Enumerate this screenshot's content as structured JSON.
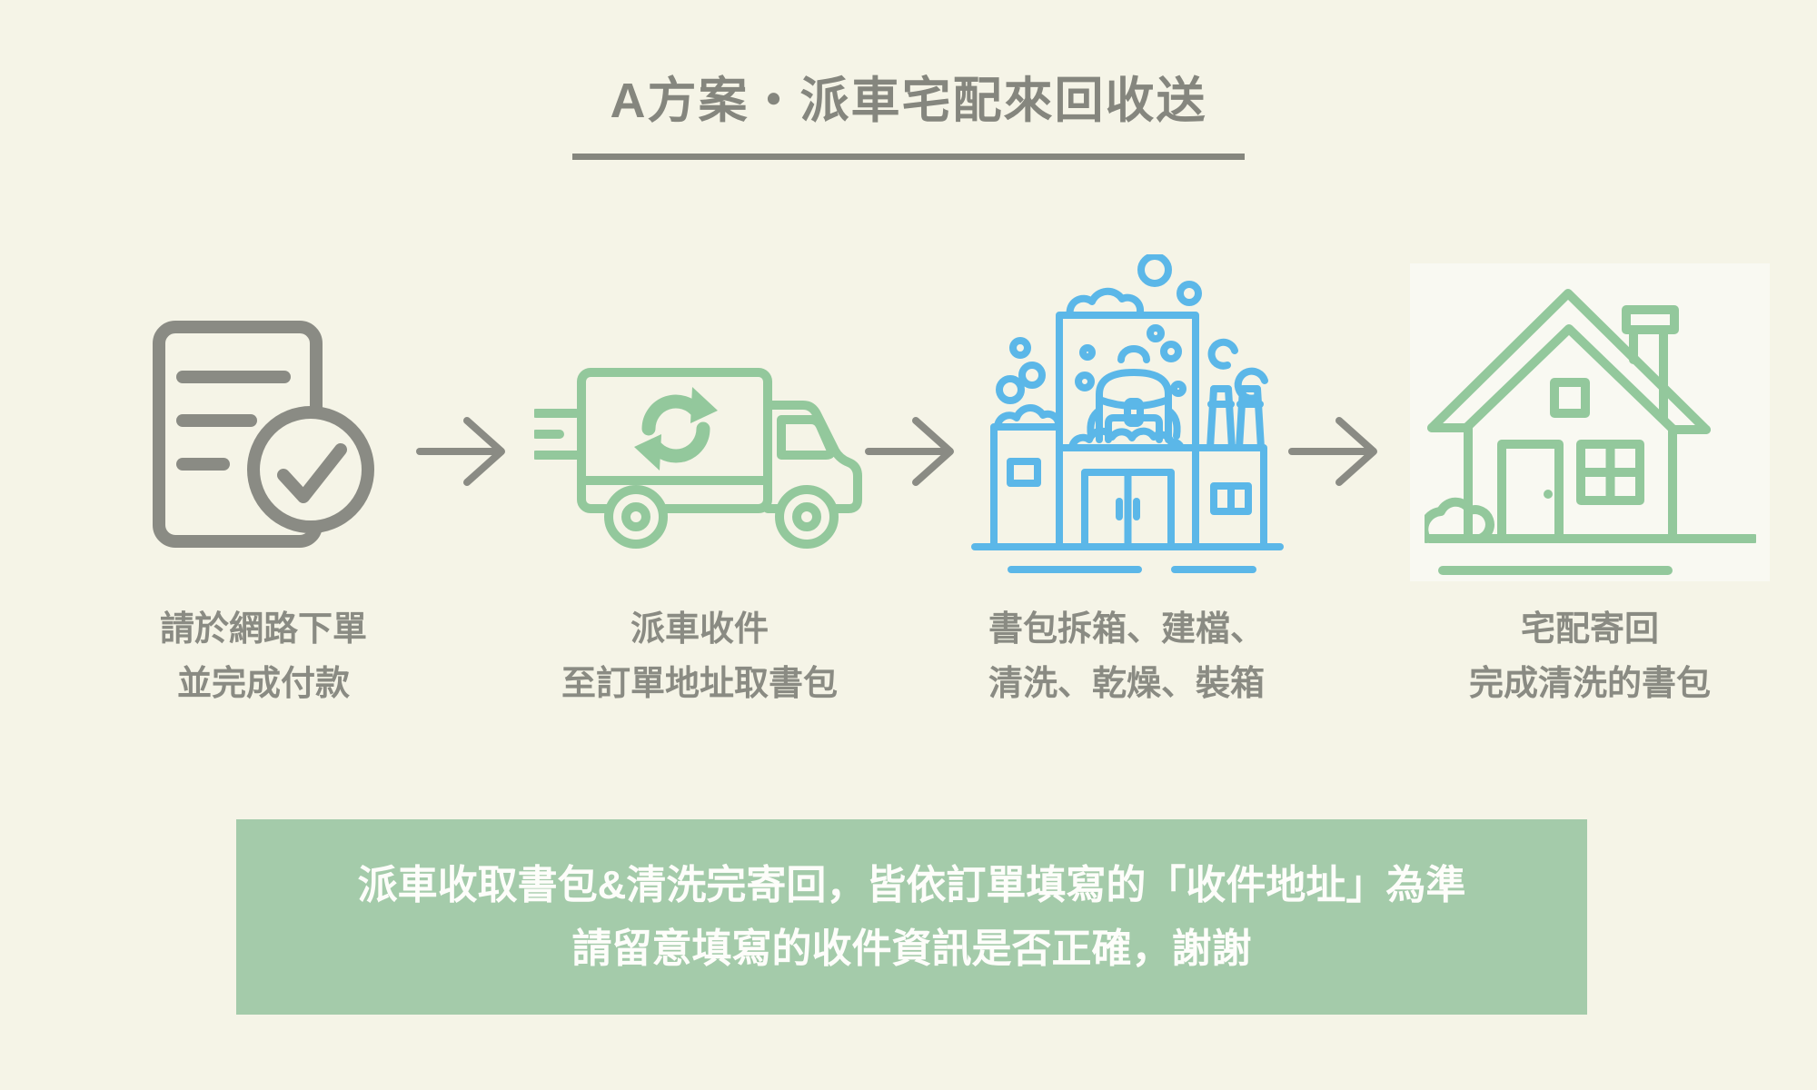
{
  "colors": {
    "background": "#f5f4e7",
    "title_gray": "#85867e",
    "caption_gray": "#8a8b83",
    "icon_gray": "#8a8b84",
    "icon_green": "#93c89c",
    "icon_blue": "#5bb7e8",
    "banner_green": "#a4cbaa",
    "banner_text": "#fdfdfa"
  },
  "header": {
    "title": "A方案・派車宅配來回收送"
  },
  "steps": [
    {
      "icon": "order-document-check-icon",
      "caption_line1": "請於網路下單",
      "caption_line2": "並完成付款"
    },
    {
      "icon": "delivery-truck-icon",
      "caption_line1": "派車收件",
      "caption_line2": "至訂單地址取書包"
    },
    {
      "icon": "washing-factory-icon",
      "caption_line1": "書包拆箱、建檔、",
      "caption_line2": "清洗、乾燥、裝箱"
    },
    {
      "icon": "home-delivery-house-icon",
      "caption_line1": "宅配寄回",
      "caption_line2": "完成清洗的書包"
    }
  ],
  "arrows": {
    "icon": "arrow-right-icon"
  },
  "notice": {
    "line1": "派車收取書包&清洗完寄回，皆依訂單填寫的「收件地址」為準",
    "line2": "請留意填寫的收件資訊是否正確，謝謝"
  }
}
